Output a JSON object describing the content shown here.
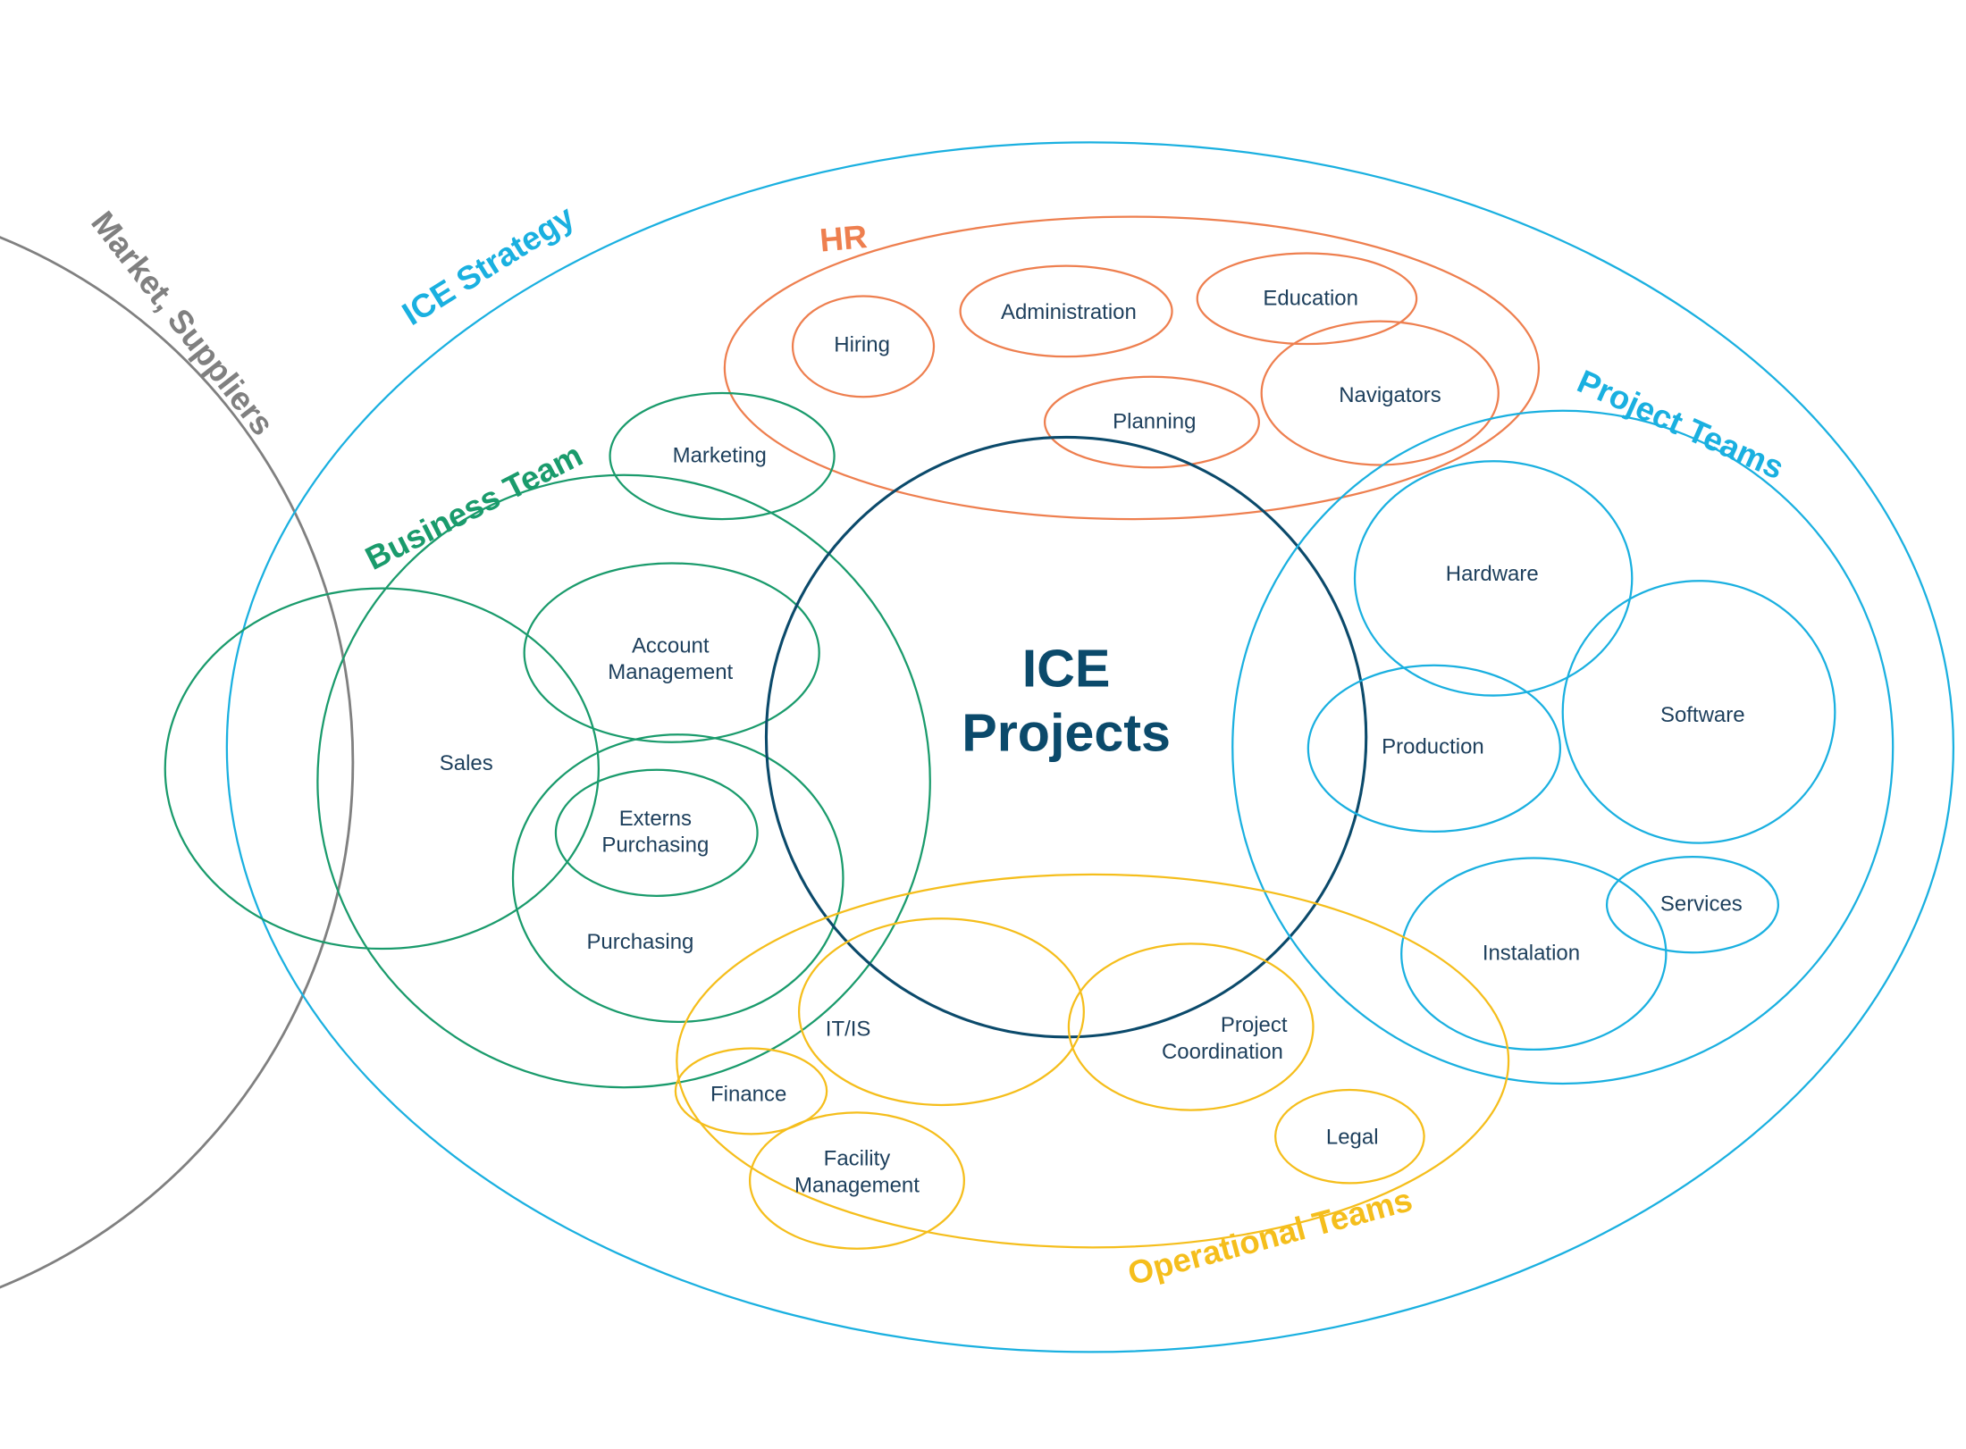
{
  "center": {
    "line1": "ICE",
    "line2": "Projects"
  },
  "groups": {
    "market": "Market, Suppliers",
    "strategy": "ICE Strategy",
    "hr": "HR",
    "business": "Business Team",
    "project": "Project Teams",
    "operational": "Operational Teams"
  },
  "hr_items": {
    "hiring": "Hiring",
    "administration": "Administration",
    "education": "Education",
    "navigators": "Navigators",
    "planning": "Planning"
  },
  "business_items": {
    "marketing": "Marketing",
    "sales": "Sales",
    "account_1": "Account",
    "account_2": "Management",
    "purchasing": "Purchasing",
    "externs_1": "Externs",
    "externs_2": "Purchasing"
  },
  "project_items": {
    "hardware": "Hardware",
    "software": "Software",
    "production": "Production",
    "instalation": "Instalation",
    "services": "Services"
  },
  "operational_items": {
    "itis": "IT/IS",
    "coord_1": "Project",
    "coord_2": "Coordination",
    "finance": "Finance",
    "facility_1": "Facility",
    "facility_2": "Management",
    "legal": "Legal"
  },
  "colors": {
    "strategy": "#1ab0e0",
    "hr": "#ee7f4f",
    "business": "#1a9b6c",
    "operational": "#f5be1c",
    "core": "#0b4a6b",
    "market": "#808080"
  }
}
